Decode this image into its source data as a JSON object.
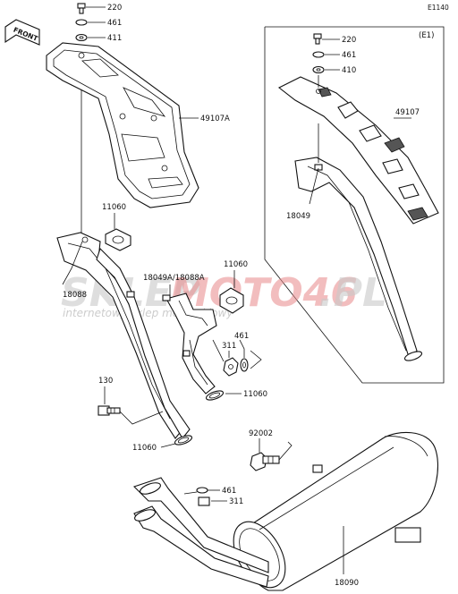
{
  "diagram_code": "E1140",
  "front_label": "FRONT",
  "inset_label": "(E1)",
  "watermark": {
    "brand_grey": "SKLEP",
    "brand_red": "MOTO46",
    "brand_tld": ".PL",
    "tagline": "internetowy sklep motocyklowy"
  },
  "labels": {
    "p220_top": "220",
    "p461_top": "461",
    "p411": "411",
    "p49107a": "49107A",
    "p11060_a": "11060",
    "p18088": "18088",
    "p18049a": "18049A/18088A",
    "p11060_b": "11060",
    "p461_mid": "461",
    "p311_mid": "311",
    "p11060_c": "11060",
    "p130": "130",
    "p11060_d": "11060",
    "p92002": "92002",
    "p461_low": "461",
    "p311_low": "311",
    "p18090": "18090",
    "inset_220": "220",
    "inset_461": "461",
    "inset_410": "410",
    "inset_49107": "49107",
    "inset_18049": "18049"
  },
  "colors": {
    "line": "#111111",
    "watermark_red": "#e8888a",
    "watermark_grey": "#c9c9c9"
  }
}
